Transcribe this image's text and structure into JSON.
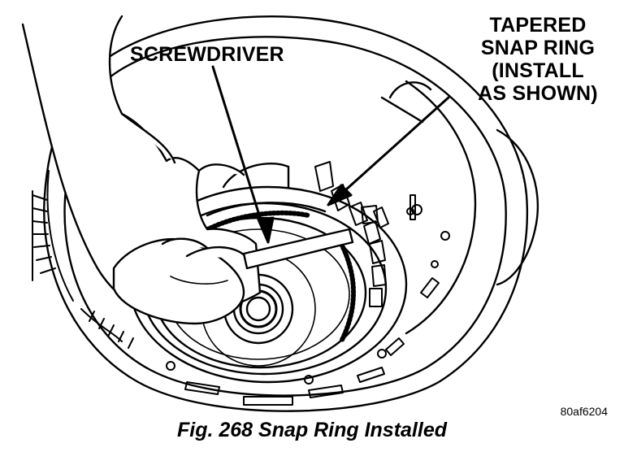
{
  "labels": {
    "screwdriver": "SCREWDRIVER",
    "tapered_snap_ring": [
      "TAPERED",
      "SNAP RING",
      "(INSTALL",
      "AS SHOWN)"
    ]
  },
  "figure_code": "80af6204",
  "caption": "Fig. 268 Snap Ring Installed"
}
